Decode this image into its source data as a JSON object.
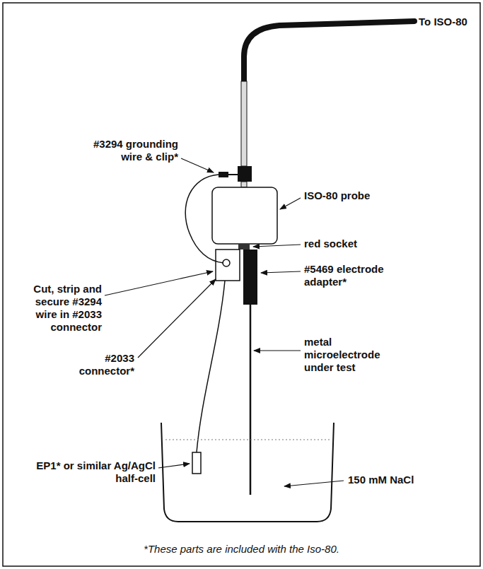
{
  "diagram": {
    "caption": "*These parts are included with the Iso-80.",
    "labels": [
      "To ISO-80",
      "#3294 grounding wire & clip*",
      "ISO-80 probe",
      "red socket",
      "Cut, strip and secure #3294 wire in #2033 connector",
      "#5469 electrode adapter*",
      "metal microelectrode under test",
      "#2033 connector*",
      "EP1* or similar Ag/AgCl half-cell",
      "150 mM NaCl"
    ]
  }
}
